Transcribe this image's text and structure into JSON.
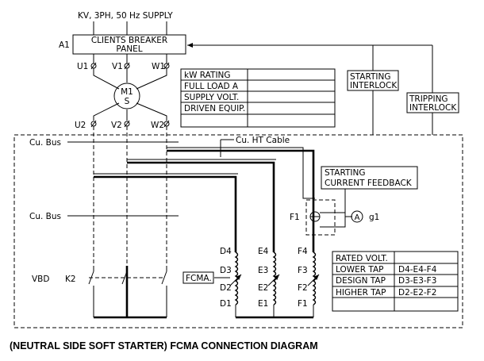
{
  "supply_label": "KV, 3PH, 50 Hz SUPPLY",
  "breaker_panel": {
    "tag": "A1",
    "line1": "CLIENTS BREAKER",
    "line2": "PANEL"
  },
  "motor": {
    "line1": "M1",
    "line2": "S",
    "input_terminals": [
      "U1",
      "V1",
      "W1"
    ],
    "output_terminals": [
      "U2",
      "V2",
      "W2"
    ]
  },
  "rating_table": {
    "rows": [
      "kW RATING",
      "FULL LOAD A",
      "SUPPLY VOLT.",
      "DRIVEN EQUIP.",
      ""
    ]
  },
  "starting_interlock": {
    "line1": "STARTING",
    "line2": "INTERLOCK"
  },
  "tripping_interlock": {
    "line1": "TRIPPING",
    "line2": "INTERLOCK"
  },
  "bus_labels": {
    "top": "Cu. Bus",
    "middle": "Cu. Bus"
  },
  "ht_cable_label": "Cu. HT Cable",
  "feedback": {
    "line1": "STARTING",
    "line2": "CURRENT FEEDBACK"
  },
  "ct_label": "F1",
  "ammeter": {
    "symbol": "A",
    "tag": "g1"
  },
  "vbd": {
    "label": "VBD",
    "tag": "K2"
  },
  "fcma_label": "FCMA.",
  "coil_labels": {
    "left": [
      "D4",
      "D3",
      "D2",
      "D1"
    ],
    "mid": [
      "E4",
      "E3",
      "E2",
      "E1"
    ],
    "right": [
      "F4",
      "F3",
      "F2",
      "F1"
    ]
  },
  "tap_table": {
    "rows": [
      {
        "name": "RATED VOLT.",
        "value": ""
      },
      {
        "name": "LOWER TAP",
        "value": "D4-E4-F4"
      },
      {
        "name": "DESIGN TAP",
        "value": "D3-E3-F3"
      },
      {
        "name": "HIGHER TAP",
        "value": "D2-E2-F2"
      },
      {
        "name": "",
        "value": ""
      }
    ]
  },
  "caption": "(NEUTRAL SIDE SOFT STARTER) FCMA CONNECTION DIAGRAM"
}
